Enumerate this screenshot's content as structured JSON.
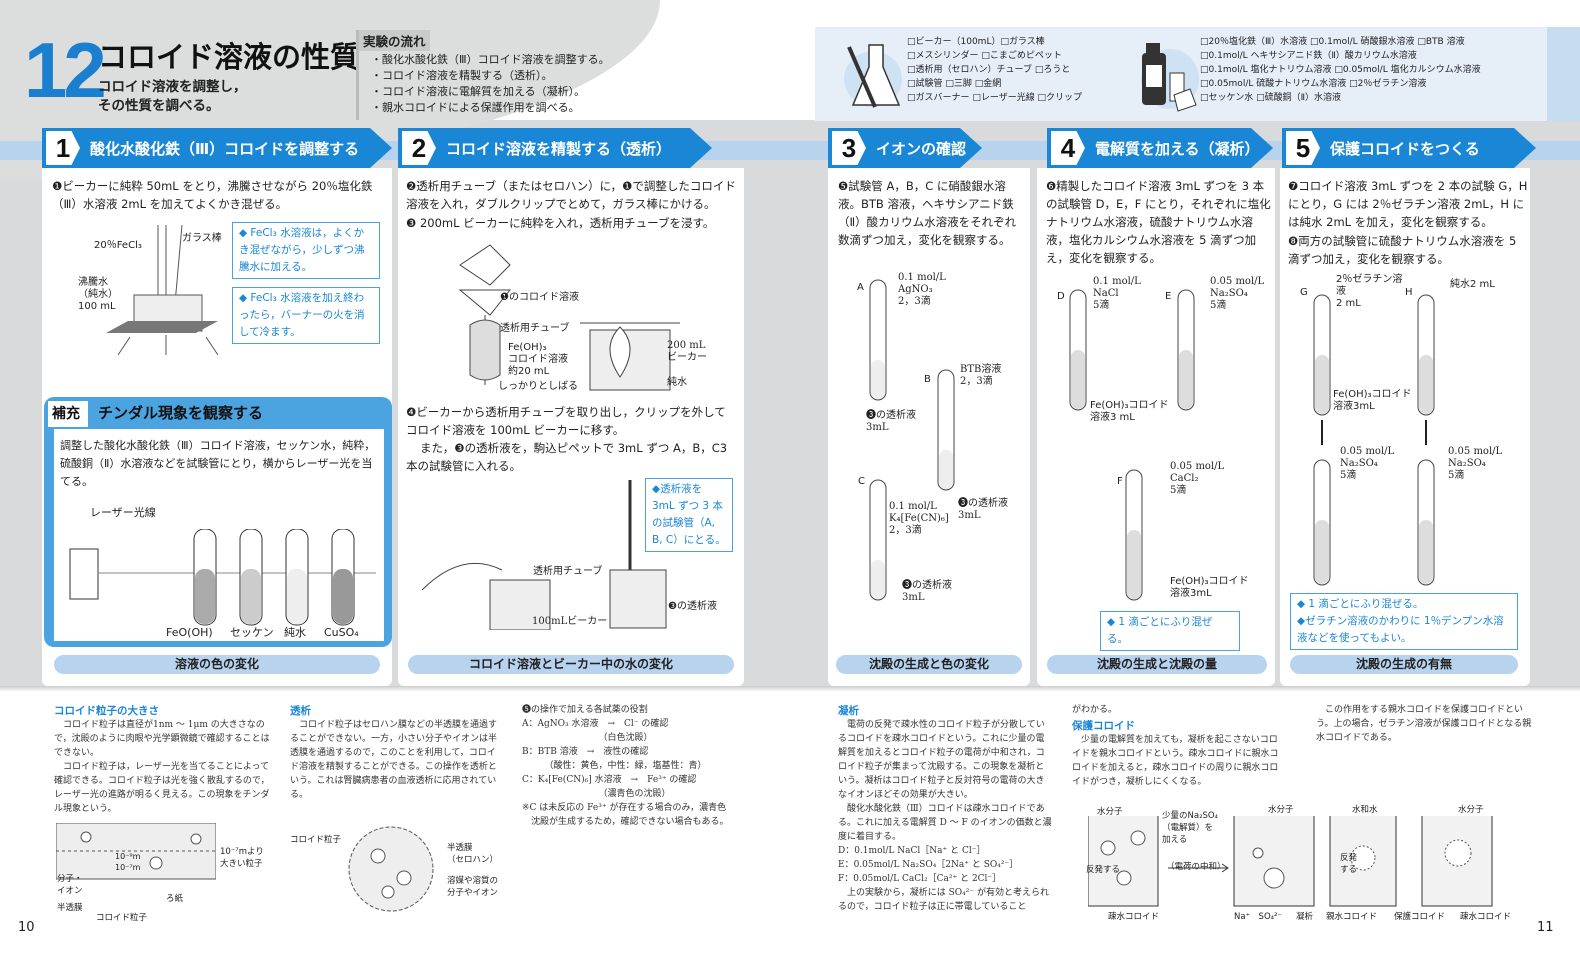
{
  "header": {
    "number": "12",
    "title": "コロイド溶液の性質",
    "subtitle": "コロイド溶液を調整し，\nその性質を調べる。"
  },
  "flow": {
    "label": "実験の流れ",
    "items": [
      "・酸化水酸化鉄（Ⅲ）コロイド溶液を調整する。",
      "・コロイド溶液を精製する（透析）。",
      "・コロイド溶液に電解質を加える（凝析）。",
      "・親水コロイドによる保護作用を調べる。"
    ]
  },
  "materials": {
    "equipment": [
      "□ビーカー（100mL）□ガラス棒",
      "□メスシリンダー □こまごめピペット",
      "□透析用（セロハン）チューブ □ろうと",
      "□試験管 □三脚 □金網",
      "□ガスバーナー □レーザー光線 □クリップ"
    ],
    "reagents": [
      "□20％塩化鉄（Ⅲ）水溶液 □0.1mol/L 硝酸銀水溶液 □BTB 溶液",
      "□0.1mol/L ヘキサシアニド鉄（Ⅱ）酸カリウム水溶液",
      "□0.1mol/L 塩化ナトリウム溶液 □0.05mol/L 塩化カルシウム水溶液",
      "□0.05mol/L 硫酸ナトリウム水溶液 □2％ゼラチン溶液",
      "□セッケン水 □硫酸銅（Ⅱ）水溶液"
    ]
  },
  "sections": [
    {
      "n": "1",
      "title": "酸化水酸化鉄（Ⅲ）コロイドを調整する",
      "caption": "溶液の色の変化"
    },
    {
      "n": "2",
      "title": "コロイド溶液を精製する（透析）",
      "caption": "コロイド溶液とビーカー中の水の変化"
    },
    {
      "n": "3",
      "title": "イオンの確認",
      "caption": "沈殿の生成と色の変化"
    },
    {
      "n": "4",
      "title": "電解質を加える（凝析）",
      "caption": "沈殿の生成と沈殿の量"
    },
    {
      "n": "5",
      "title": "保護コロイドをつくる",
      "caption": "沈殿の生成の有無"
    }
  ],
  "steps": {
    "s1": "❶ビーカーに純粋 50mL をとり，沸騰させながら 20％塩化鉄（Ⅲ）水溶液 2mL を加えてよくかき混ぜる。",
    "s2": "❷透析用チューブ（またはセロハン）に，❶で調整したコロイド溶液を入れ，ダブルクリップでとめて，ガラス棒にかける。",
    "s3": "❸ 200mL ビーカーに純粋を入れ，透析用チューブを浸す。",
    "s4": "❹ビーカーから透析用チューブを取り出し，クリップを外してコロイド溶液を 100mL ビーカーに移す。",
    "s4b": "また，❸の透析液を，駒込ピペットで 3mL ずつ A，B，C3 本の試験管に入れる。",
    "s5": "❺試験管 A，B，C に硝酸銀水溶液。BTB 溶液，ヘキサシアニド鉄（Ⅱ）酸カリウム水溶液をそれぞれ数滴ずつ加え，変化を観察する。",
    "s6": "❻精製したコロイド溶液 3mL ずつを 3 本の試験管 D，E，F にとり，それぞれに塩化ナトリウム水溶液，硫酸ナトリウム水溶液，塩化カルシウム水溶液を 5 滴ずつ加え，変化を観察する。",
    "s7": "❼コロイド溶液 3mL ずつを 2 本の試験 G，H にとり，G には 2％ゼラチン溶液 2mL，H には純水 2mL を加え，変化を観察する。",
    "s8": "❽両方の試験管に硫酸ナトリウム水溶液を 5 滴ずつ加え，変化を観察する。"
  },
  "notes": {
    "n1": "◆ FeCl₃ 水溶液は，よくかき混ぜながら，少しずつ沸騰水に加える。",
    "n2": "◆ FeCl₃ 水溶液を加え終わったら，バーナーの火を消して冷ます。",
    "n3": "◆透析液を 3mL ずつ 3 本の試験管（A, B, C）にとる。",
    "n4": "◆ 1 滴ごとにふり混ぜる。",
    "n5": "◆ 1 滴ごとにふり混ぜる。\n◆ゼラチン溶液のかわりに 1％デンプン水溶液などを使ってもよい。"
  },
  "labels": {
    "fecl3": "20％FeCl₃",
    "rod": "ガラス棒",
    "boil": "沸騰水\n（純水）\n100 mL",
    "colloid1": "❶のコロイド溶液",
    "tube": "透析用チューブ",
    "feoh": "Fe(OH)₃\nコロイド溶液\n約20 mL",
    "tie": "しっかりとしばる",
    "beaker200": "200 mL\nビーカー",
    "water": "純水",
    "tube2": "透析用チューブ",
    "beaker100": "100mLビーカー",
    "dial3": "❸の透析液",
    "A": "A",
    "Ar": "0.1 mol/L\nAgNO₃\n2，3滴",
    "B": "B",
    "Br": "BTB溶液\n2，3滴",
    "Bd": "❸の透析液\n3mL",
    "Ad": "❸の透析液\n3mL",
    "C": "C",
    "Cr": "0.1 mol/L\nK₄[Fe(CN)₆]\n2，3滴",
    "Cd": "❸の透析液\n3mL",
    "D": "D",
    "Dr": "0.1 mol/L\nNaCl\n5滴",
    "E": "E",
    "Er": "0.05 mol/L\nNa₂SO₄\n5滴",
    "DE": "Fe(OH)₃コロイド\n溶液3 mL",
    "F": "F",
    "Fr": "0.05 mol/L\nCaCl₂\n5滴",
    "Fd": "Fe(OH)₃コロイド\n溶液3mL",
    "G": "G",
    "Gr": "2％ゼラチン溶液\n2 mL",
    "H": "H",
    "Hr": "純水2 mL",
    "GH": "Fe(OH)₃コロイド\n溶液3mL",
    "Gs": "0.05 mol/L\nNa₂SO₄\n5滴",
    "Hs": "0.05 mol/L\nNa₂SO₄\n5滴"
  },
  "tyndall": {
    "badge": "補充",
    "title": "チンダル現象を観察する",
    "text": "調整した酸化水酸化鉄（Ⅲ）コロイド溶液，セッケン水，純粋，硫酸銅（Ⅱ）水溶液などを試験管にとり，横からレーザー光を当てる。",
    "laser": "レーザー光線",
    "tubes": [
      "FeO(OH)",
      "セッケン",
      "純水",
      "CuSO₄"
    ]
  },
  "bottom": {
    "c1h": "コロイド粒子の大きさ",
    "c1": "　コロイド粒子は直径が1nm ～ 1μm の大きさなので，沈殿のように肉眼や光学顕微鏡で確認することはできない。\n　コロイド粒子は，レーザー光を当てることによって確認できる。コロイド粒子は光を強く散乱するので，レーザー光の進路が明るく見える。この現象をチンダル現象という。",
    "c1fig": {
      "big": "10⁻⁷mより\n大きい粒子",
      "m1": "10⁻⁹m",
      "m2": "10⁻⁷m",
      "mol": "分子・\nイオン",
      "filter": "ろ紙",
      "semi": "半透膜",
      "col": "コロイド粒子"
    },
    "c2h": "透析",
    "c2": "　コロイド粒子はセロハン膜などの半透膜を通過することができない。一方，小さい分子やイオンは半透膜を通過するので，このことを利用して，コロイド溶液を精製することができる。この操作を透析という。これは腎臓病患者の血液透析に応用されている。",
    "c2fig": {
      "col": "コロイド粒子",
      "semi": "半透膜\n（セロハン）",
      "small": "溶媒や溶質の\n分子やイオン"
    },
    "c3": "❺の操作で加える各試薬の役割\nA：AgNO₃ 水溶液　→　Cl⁻ の確認\n　　　　　　　　　（白色沈殿）\nB：BTB 溶液　→　液性の確認\n　　　（酸性：黄色，中性：緑，塩基性：青）\nC：K₄[Fe(CN)₆] 水溶液　→　Fe³⁺ の確認\n　　　　　　　　　（濃青色の沈殿）\n※C は未反応の Fe³⁺ が存在する場合のみ，濃青色\n　沈殿が生成するため，確認できない場合もある。",
    "c4h": "凝析",
    "c4": "　電荷の反発で疎水性のコロイド粒子が分散しているコロイドを疎水コロイドという。これに少量の電解質を加えるとコロイド粒子の電荷が中和され，コロイド粒子が集まって沈殿する。この現象を凝析という。凝析はコロイド粒子と反対符号の電荷の大きなイオンほどその効果が大きい。\n　酸化水酸化鉄（Ⅲ）コロイドは疎水コロイドである。これに加える電解質 D ～ F のイオンの価数と濃度に着目する。\nD：0.1mol/L NaCl［Na⁺ と Cl⁻］\nE：0.05mol/L Na₂SO₄［2Na⁺ と SO₄²⁻］\nF：0.05mol/L CaCl₂［Ca²⁺ と 2Cl⁻］\n　上の実験から，凝析には SO₄²⁻ が有効と考えられるので，コロイド粒子は正に帯電していること",
    "c5a": "がわかる。",
    "c5h": "保護コロイド",
    "c5": "　少量の電解質を加えても，凝析を起こさないコロイドを親水コロイドという。疎水コロイドに親水コロイドを加えると，疎水コロイドの周りに親水コロイドがつき，凝析しにくくなる。",
    "c6": "　この作用をする親水コロイドを保護コロイドという。上の場合，ゼラチン溶液が保護コロイドとなる親水コロイドである。",
    "c6fig": {
      "w1": "水分子",
      "add": "少量のNa₂SO₄\n（電解質）を\n加える",
      "rep": "反発する",
      "neu": "（電荷の中和）",
      "w2": "水分子",
      "hyd": "水和水",
      "rep2": "反発\nする",
      "w3": "水分子",
      "sol": "疎水コロイド",
      "ions": "Na⁺　SO₄²⁻",
      "coag": "凝析",
      "hc": "親水コロイド",
      "pc": "保護コロイド",
      "sc": "疎水コロイド"
    }
  },
  "pages": {
    "left": "10",
    "right": "11"
  },
  "colors": {
    "accent": "#1a86d6",
    "band": "#b7d3ee",
    "gray": "#d9dadb"
  }
}
